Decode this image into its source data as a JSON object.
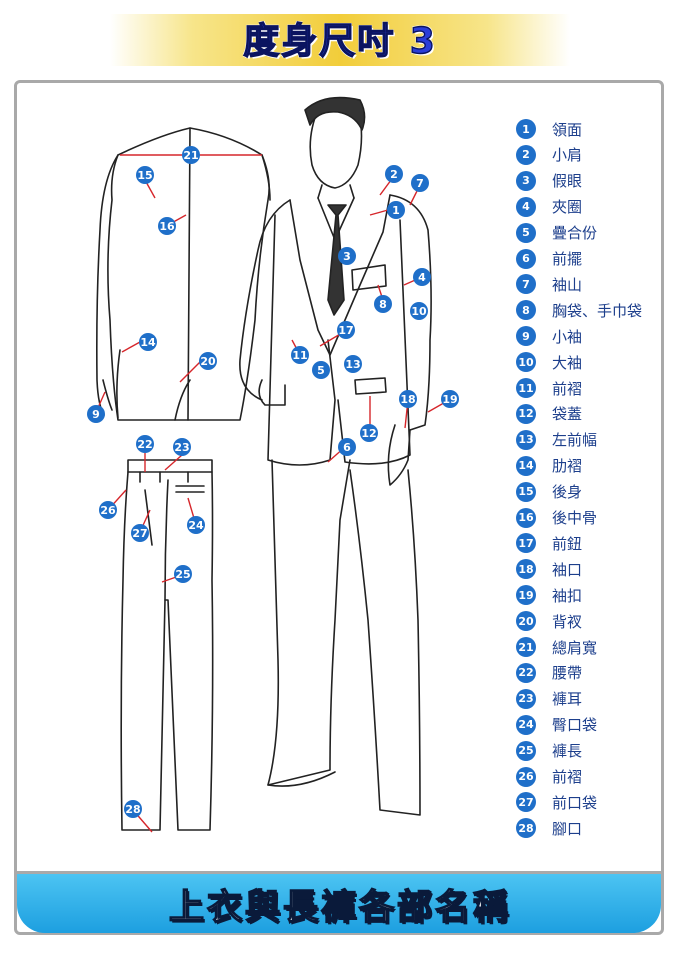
{
  "title": "度身尺吋 3",
  "footer": "上衣與長褲各部名稱",
  "colors": {
    "title": "#2a3dd8",
    "banner": "#f2cd3a",
    "marker": "#1f6fc9",
    "footer": "#1d9fe0",
    "leader": "#d6262b",
    "legend_text": "#1d3f8c"
  },
  "legend": [
    {
      "num": "1",
      "label": "領面"
    },
    {
      "num": "2",
      "label": "小肩"
    },
    {
      "num": "3",
      "label": "假眼"
    },
    {
      "num": "4",
      "label": "夾圈"
    },
    {
      "num": "5",
      "label": "疊合份"
    },
    {
      "num": "6",
      "label": "前擺"
    },
    {
      "num": "7",
      "label": "袖山"
    },
    {
      "num": "8",
      "label": "胸袋、手巾袋"
    },
    {
      "num": "9",
      "label": "小袖"
    },
    {
      "num": "10",
      "label": "大袖"
    },
    {
      "num": "11",
      "label": "前褶"
    },
    {
      "num": "12",
      "label": "袋蓋"
    },
    {
      "num": "13",
      "label": "左前幅"
    },
    {
      "num": "14",
      "label": "肋褶"
    },
    {
      "num": "15",
      "label": "後身"
    },
    {
      "num": "16",
      "label": "後中骨"
    },
    {
      "num": "17",
      "label": "前鈕"
    },
    {
      "num": "18",
      "label": "袖口"
    },
    {
      "num": "19",
      "label": "袖扣"
    },
    {
      "num": "20",
      "label": "背衩"
    },
    {
      "num": "21",
      "label": "總肩寬"
    },
    {
      "num": "22",
      "label": "腰帶"
    },
    {
      "num": "23",
      "label": "褲耳"
    },
    {
      "num": "24",
      "label": "臀口袋"
    },
    {
      "num": "25",
      "label": "褲長"
    },
    {
      "num": "26",
      "label": "前褶"
    },
    {
      "num": "27",
      "label": "前口袋"
    },
    {
      "num": "28",
      "label": "腳口"
    }
  ],
  "markers": [
    "1",
    "2",
    "3",
    "4",
    "5",
    "6",
    "7",
    "8",
    "9",
    "10",
    "11",
    "12",
    "13",
    "14",
    "15",
    "16",
    "17",
    "18",
    "19",
    "20",
    "21",
    "22",
    "23",
    "24",
    "25",
    "26",
    "27",
    "28"
  ]
}
